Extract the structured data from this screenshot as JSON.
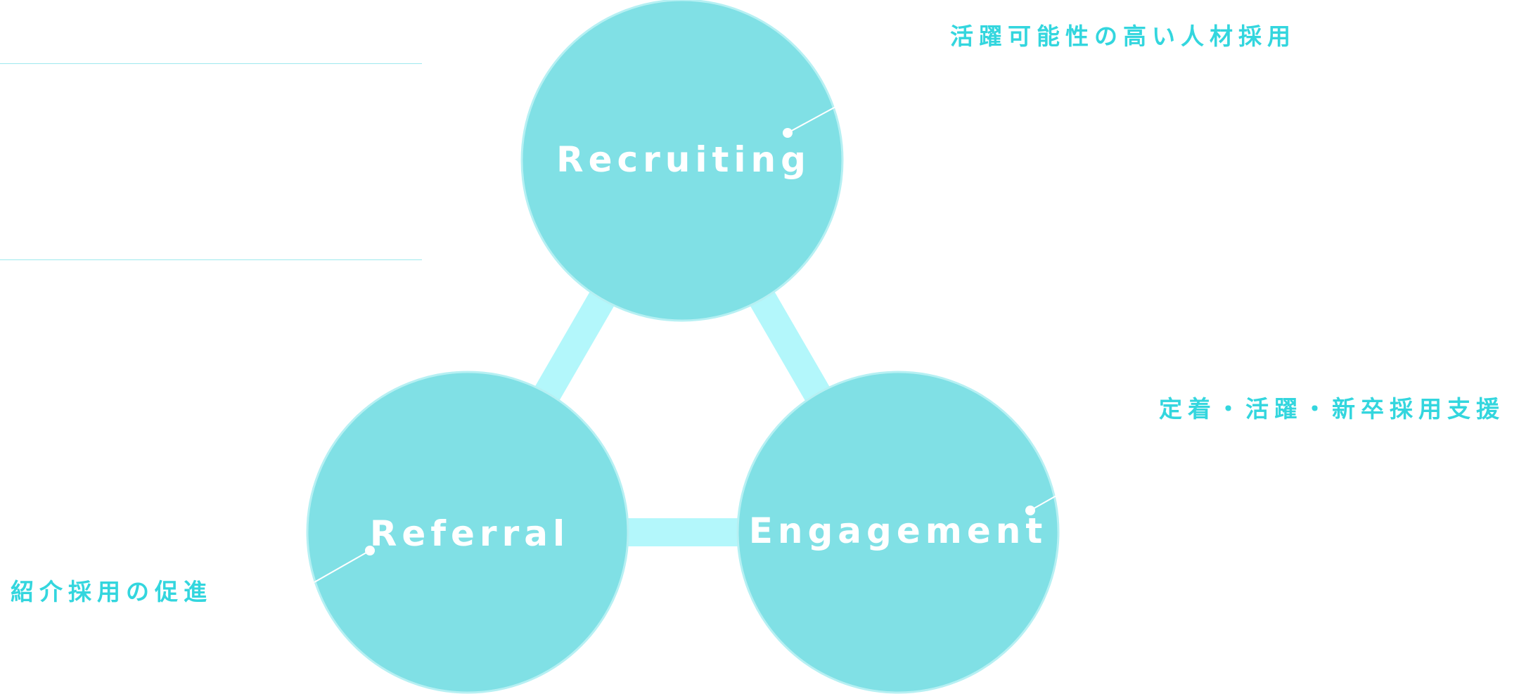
{
  "diagram": {
    "colors": {
      "circle_fill": "#80e0e5",
      "circle_stroke": "#b6f0f3",
      "connector": "#b3f7fb",
      "caption_text": "#33d6de",
      "node_text": "#ffffff",
      "pointer": "#ffffff",
      "rule_line": "#9ee9ee"
    },
    "nodes": [
      {
        "id": "recruiting",
        "label": "Recruiting",
        "caption": "活躍可能性の高い人材採用"
      },
      {
        "id": "engagement",
        "label": "Engagement",
        "caption": "定着・活躍・新卒採用支援"
      },
      {
        "id": "referral",
        "label": "Referral",
        "caption": "紹介採用の促進"
      }
    ]
  }
}
